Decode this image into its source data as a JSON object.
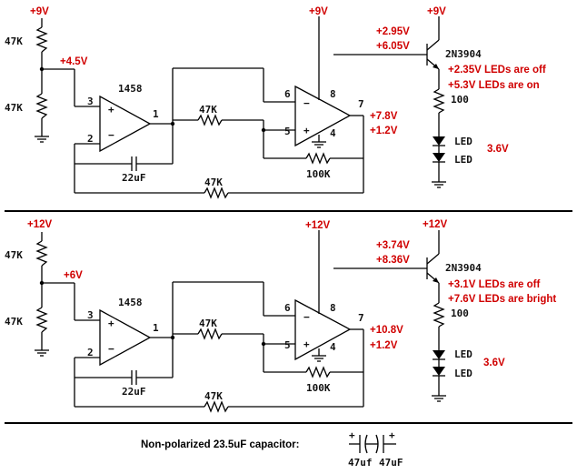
{
  "circuits": [
    {
      "supply_left": "+9V",
      "supply_op": "+9V",
      "supply_tr": "+9V",
      "r1": "47K",
      "r2": "47K",
      "divider_v": "+4.5V",
      "ic_label": "1458",
      "pin3": "3",
      "pin2": "2",
      "pin1": "1",
      "r_mid": "47K",
      "cap": "22uF",
      "r_fb": "47K",
      "pin6": "6",
      "pin5": "5",
      "pin8": "8",
      "pin4": "4",
      "pin7": "7",
      "out_hi": "+7.8V",
      "out_lo": "+1.2V",
      "r_100k": "100K",
      "base_v1": "+2.95V",
      "base_v2": "+6.05V",
      "transistor": "2N3904",
      "emit_off": "+2.35V LEDs are off",
      "emit_on": "+5.3V LEDs are on",
      "r_100": "100",
      "led1": "LED",
      "led2": "LED",
      "led_v": "3.6V"
    },
    {
      "supply_left": "+12V",
      "supply_op": "+12V",
      "supply_tr": "+12V",
      "r1": "47K",
      "r2": "47K",
      "divider_v": "+6V",
      "ic_label": "1458",
      "pin3": "3",
      "pin2": "2",
      "pin1": "1",
      "r_mid": "47K",
      "cap": "22uF",
      "r_fb": "47K",
      "pin6": "6",
      "pin5": "5",
      "pin8": "8",
      "pin4": "4",
      "pin7": "7",
      "out_hi": "+10.8V",
      "out_lo": "+1.2V",
      "r_100k": "100K",
      "base_v1": "+3.74V",
      "base_v2": "+8.36V",
      "transistor": "2N3904",
      "emit_off": "+3.1V LEDs are off",
      "emit_on": "+7.6V LEDs are bright",
      "r_100": "100",
      "led1": "LED",
      "led2": "LED",
      "led_v": "3.6V"
    }
  ],
  "footer": {
    "caption": "Non-polarized 23.5uF capacitor:",
    "plus_left": "+",
    "plus_right": "+",
    "c1": "47uf",
    "c2": "47uF"
  }
}
